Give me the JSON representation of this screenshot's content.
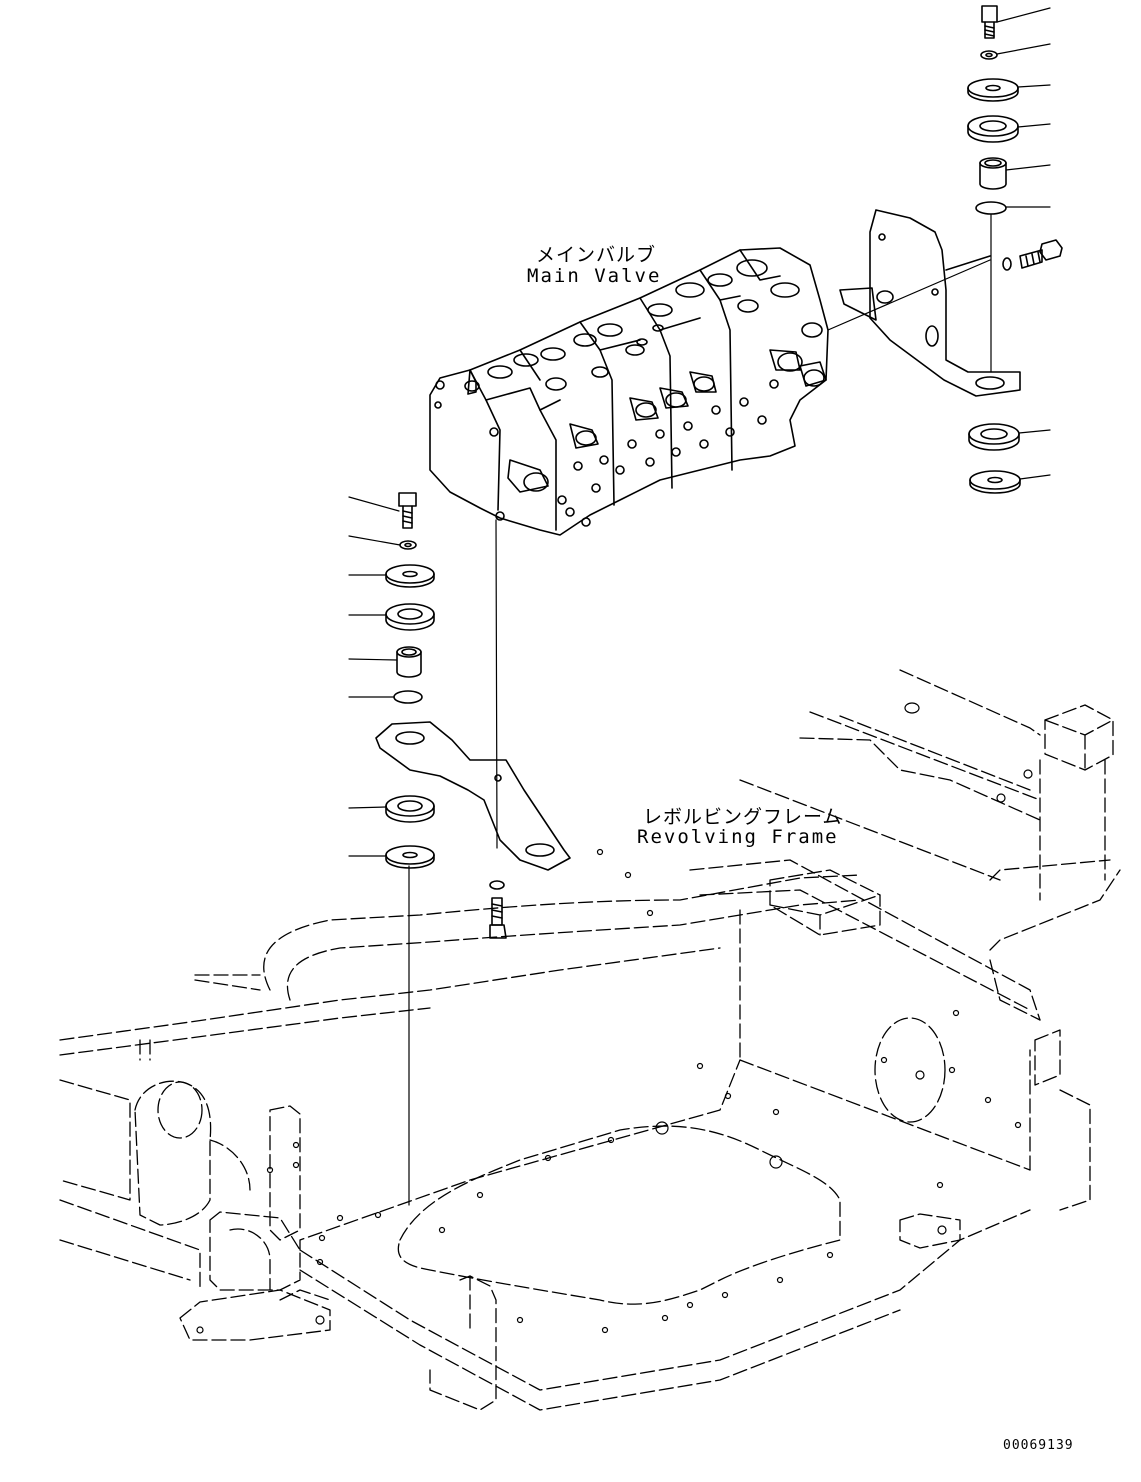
{
  "labels": {
    "main_valve_jp": "メインバルブ",
    "main_valve_en": "Main Valve",
    "frame_jp": "レボルビングフレーム",
    "frame_en": "Revolving Frame",
    "drawing_number": "00069139"
  },
  "colors": {
    "ink": "#000000",
    "paper": "#ffffff"
  }
}
